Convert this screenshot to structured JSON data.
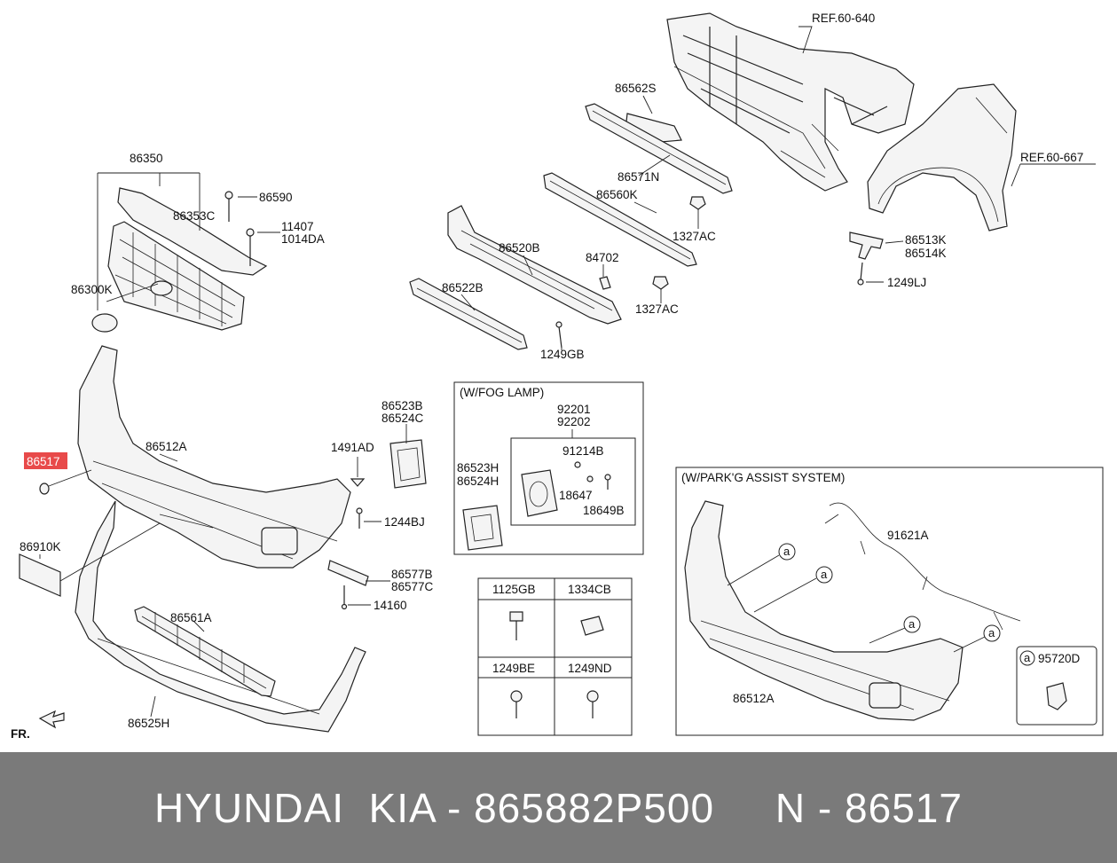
{
  "labels": {
    "ref_60_640": "REF.60-640",
    "ref_60_667": "REF.60-667",
    "p86562S": "86562S",
    "p86571N": "86571N",
    "p86560K": "86560K",
    "p1327AC_a": "1327AC",
    "p1327AC_b": "1327AC",
    "p86520B": "86520B",
    "p84702": "84702",
    "p86522B": "86522B",
    "p1249GB": "1249GB",
    "p86513K": "86513K",
    "p86514K": "86514K",
    "p1249LJ": "1249LJ",
    "p86350": "86350",
    "p86590": "86590",
    "p86353C": "86353C",
    "p11407": "11407",
    "p1014DA": "1014DA",
    "p86300K": "86300K",
    "p86517": "86517",
    "p86512A": "86512A",
    "p1491AD": "1491AD",
    "p86523B": "86523B",
    "p86524C": "86524C",
    "p1244BJ": "1244BJ",
    "p86577B": "86577B",
    "p86577C": "86577C",
    "p14160": "14160",
    "p86910K": "86910K",
    "p86561A": "86561A",
    "p86525H": "86525H",
    "fr": "FR.",
    "fog_title": "(W/FOG LAMP)",
    "p92201": "92201",
    "p92202": "92202",
    "p91214B": "91214B",
    "p86523H": "86523H",
    "p86524H": "86524H",
    "p18647": "18647",
    "p18649B": "18649B",
    "park_title": "(W/PARK'G ASSIST SYSTEM)",
    "p91621A": "91621A",
    "p86512A_park": "86512A",
    "p95720D": "95720D",
    "callout_a": "a"
  },
  "fastener_table": {
    "headers": [
      "1125GB",
      "1334CB",
      "1249BE",
      "1249ND"
    ]
  },
  "footer": {
    "text": "HYUNDAI  KIA - 865882P500     N - 86517"
  },
  "colors": {
    "highlight": "#e84a4a",
    "footer_bg": "#7a7a7a"
  }
}
